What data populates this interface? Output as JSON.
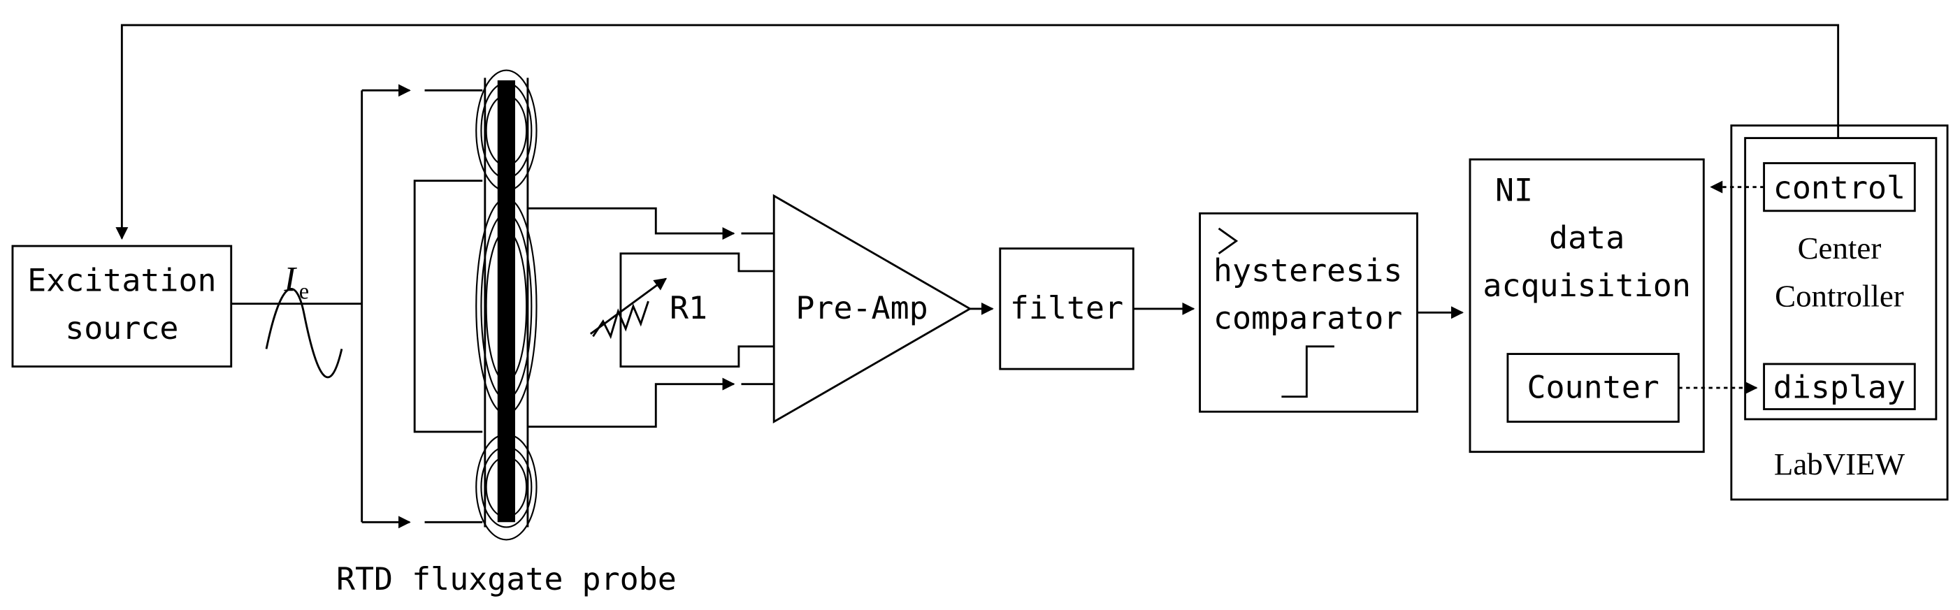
{
  "blocks": {
    "excitation_line1": "Excitation",
    "excitation_line2": "source",
    "current_symbol": "I",
    "current_subscript": "e",
    "probe_label": "RTD fluxgate probe",
    "resistor_label": "R1",
    "preamp_label": "Pre-Amp",
    "filter_label": "filter",
    "hysteresis_line1": "hysteresis",
    "hysteresis_line2": "comparator",
    "ni_line1": "NI",
    "ni_line2": "data",
    "ni_line3": "acquisition",
    "counter_label": "Counter",
    "control_label": "control",
    "center_line1": "Center",
    "center_line2": "Controller",
    "display_label": "display",
    "labview_label": "LabVIEW"
  }
}
